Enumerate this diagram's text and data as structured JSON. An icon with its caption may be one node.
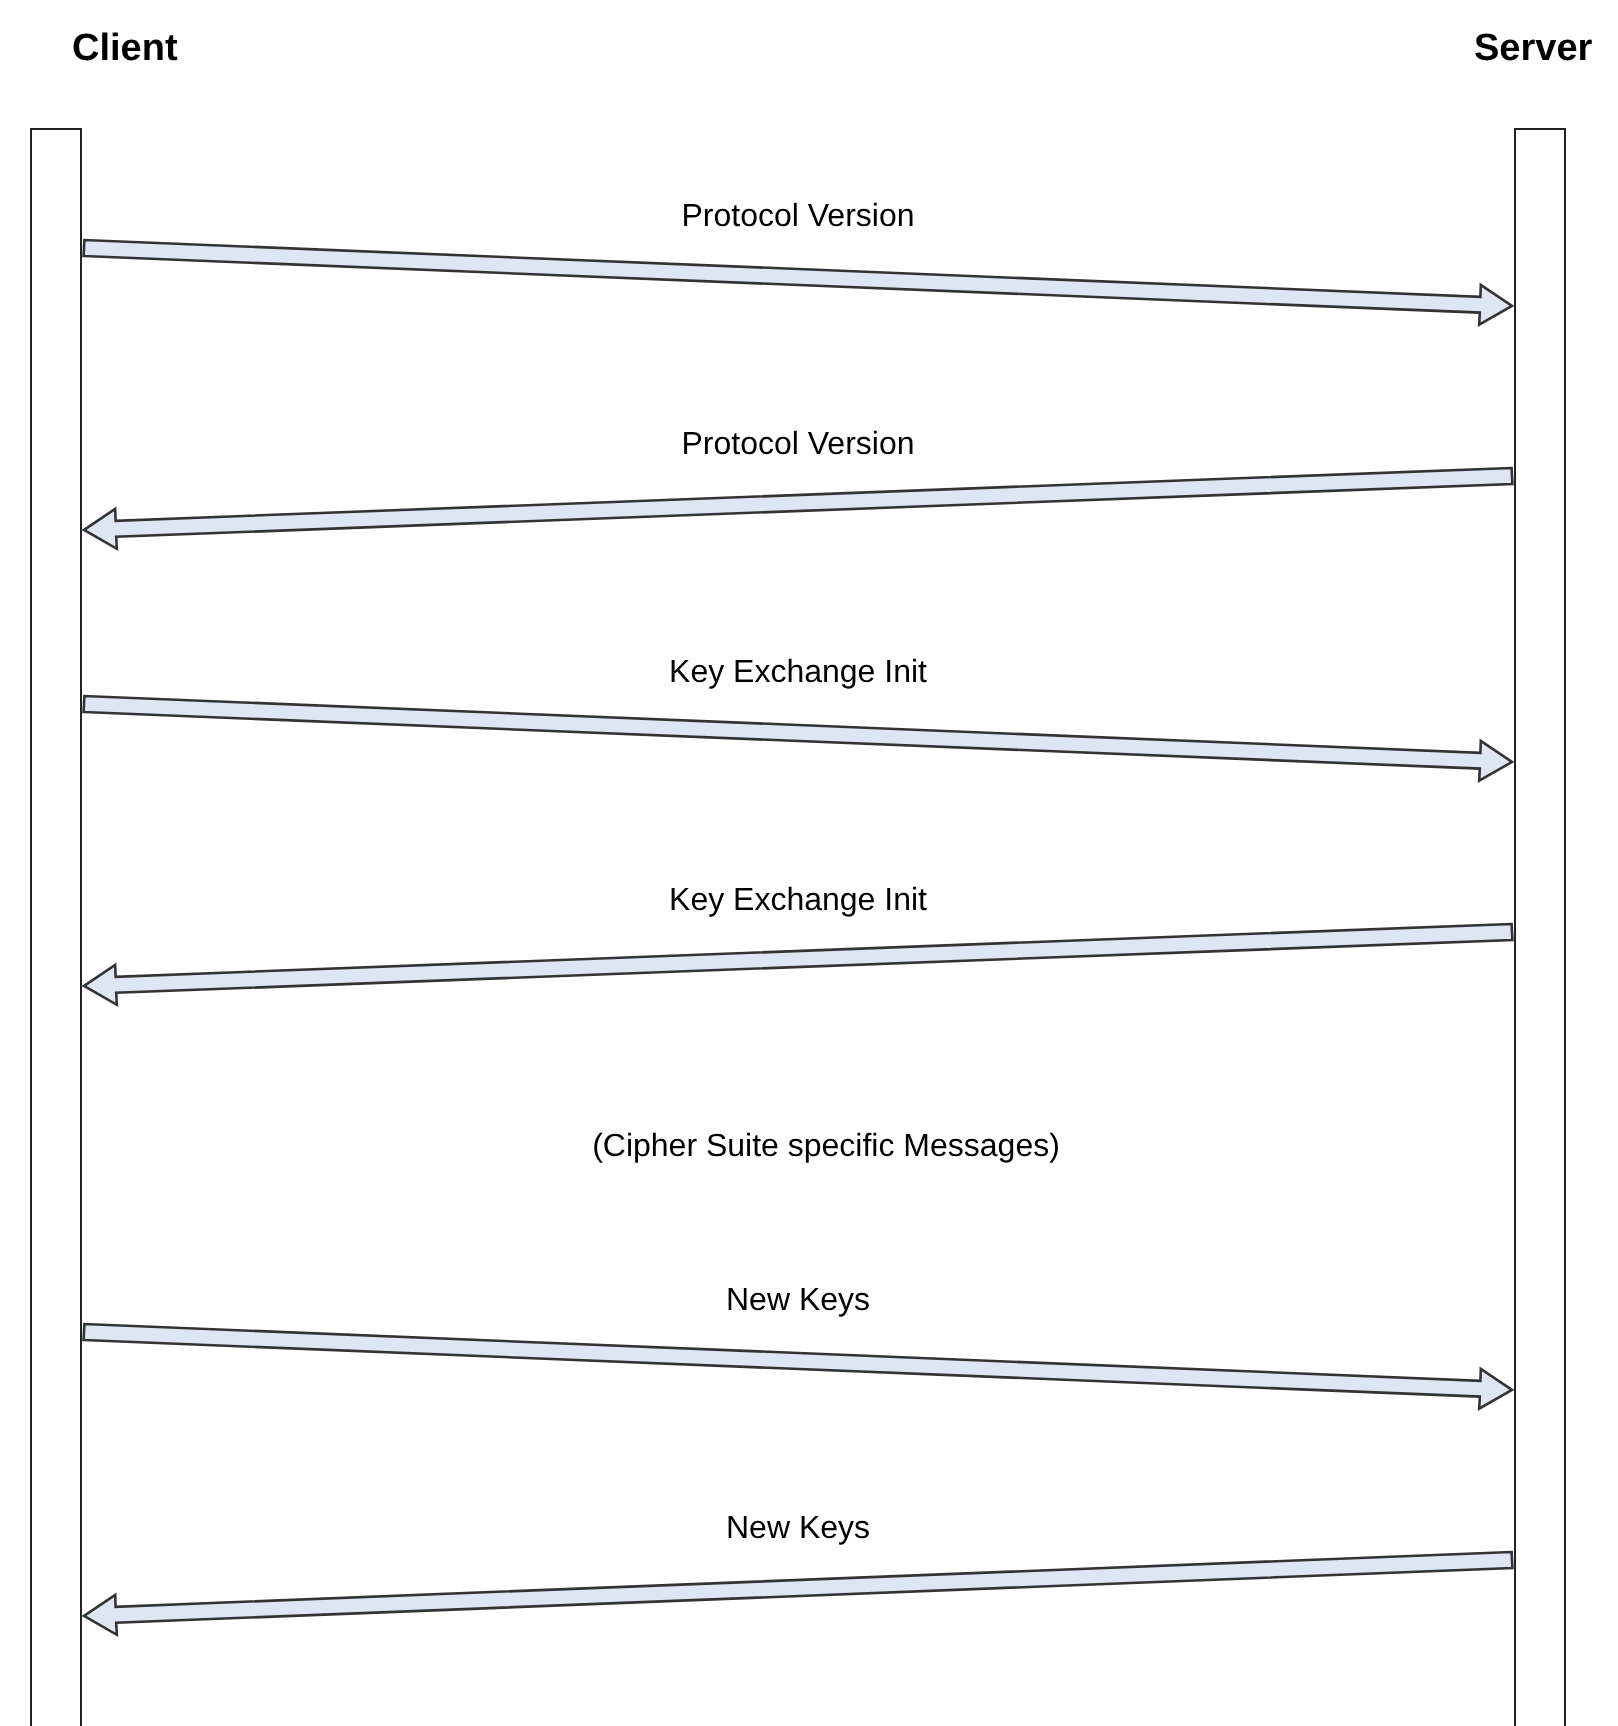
{
  "diagram": {
    "nodes": [
      {
        "text": [
          "Client"
        ]
      },
      {
        "text": [
          "Server"
        ]
      }
    ],
    "edges": [
      {
        "from": 0,
        "to": 1,
        "arrow": "to",
        "label": "Protocol Version"
      },
      {
        "from": 1,
        "to": 0,
        "arrow": "to",
        "label": "Protocol Version"
      },
      {
        "from": 0,
        "to": 1,
        "arrow": "to",
        "label": "Key Exchange Init"
      },
      {
        "from": 1,
        "to": 0,
        "arrow": "to",
        "label": "Key Exchange Init"
      },
      {
        "from": 0,
        "to": 1,
        "arrow": "to",
        "label": "New Keys"
      },
      {
        "from": 1,
        "to": 0,
        "arrow": "to",
        "label": "New Keys"
      }
    ],
    "labels": [
      "(Cipher Suite specific Messages)"
    ]
  }
}
